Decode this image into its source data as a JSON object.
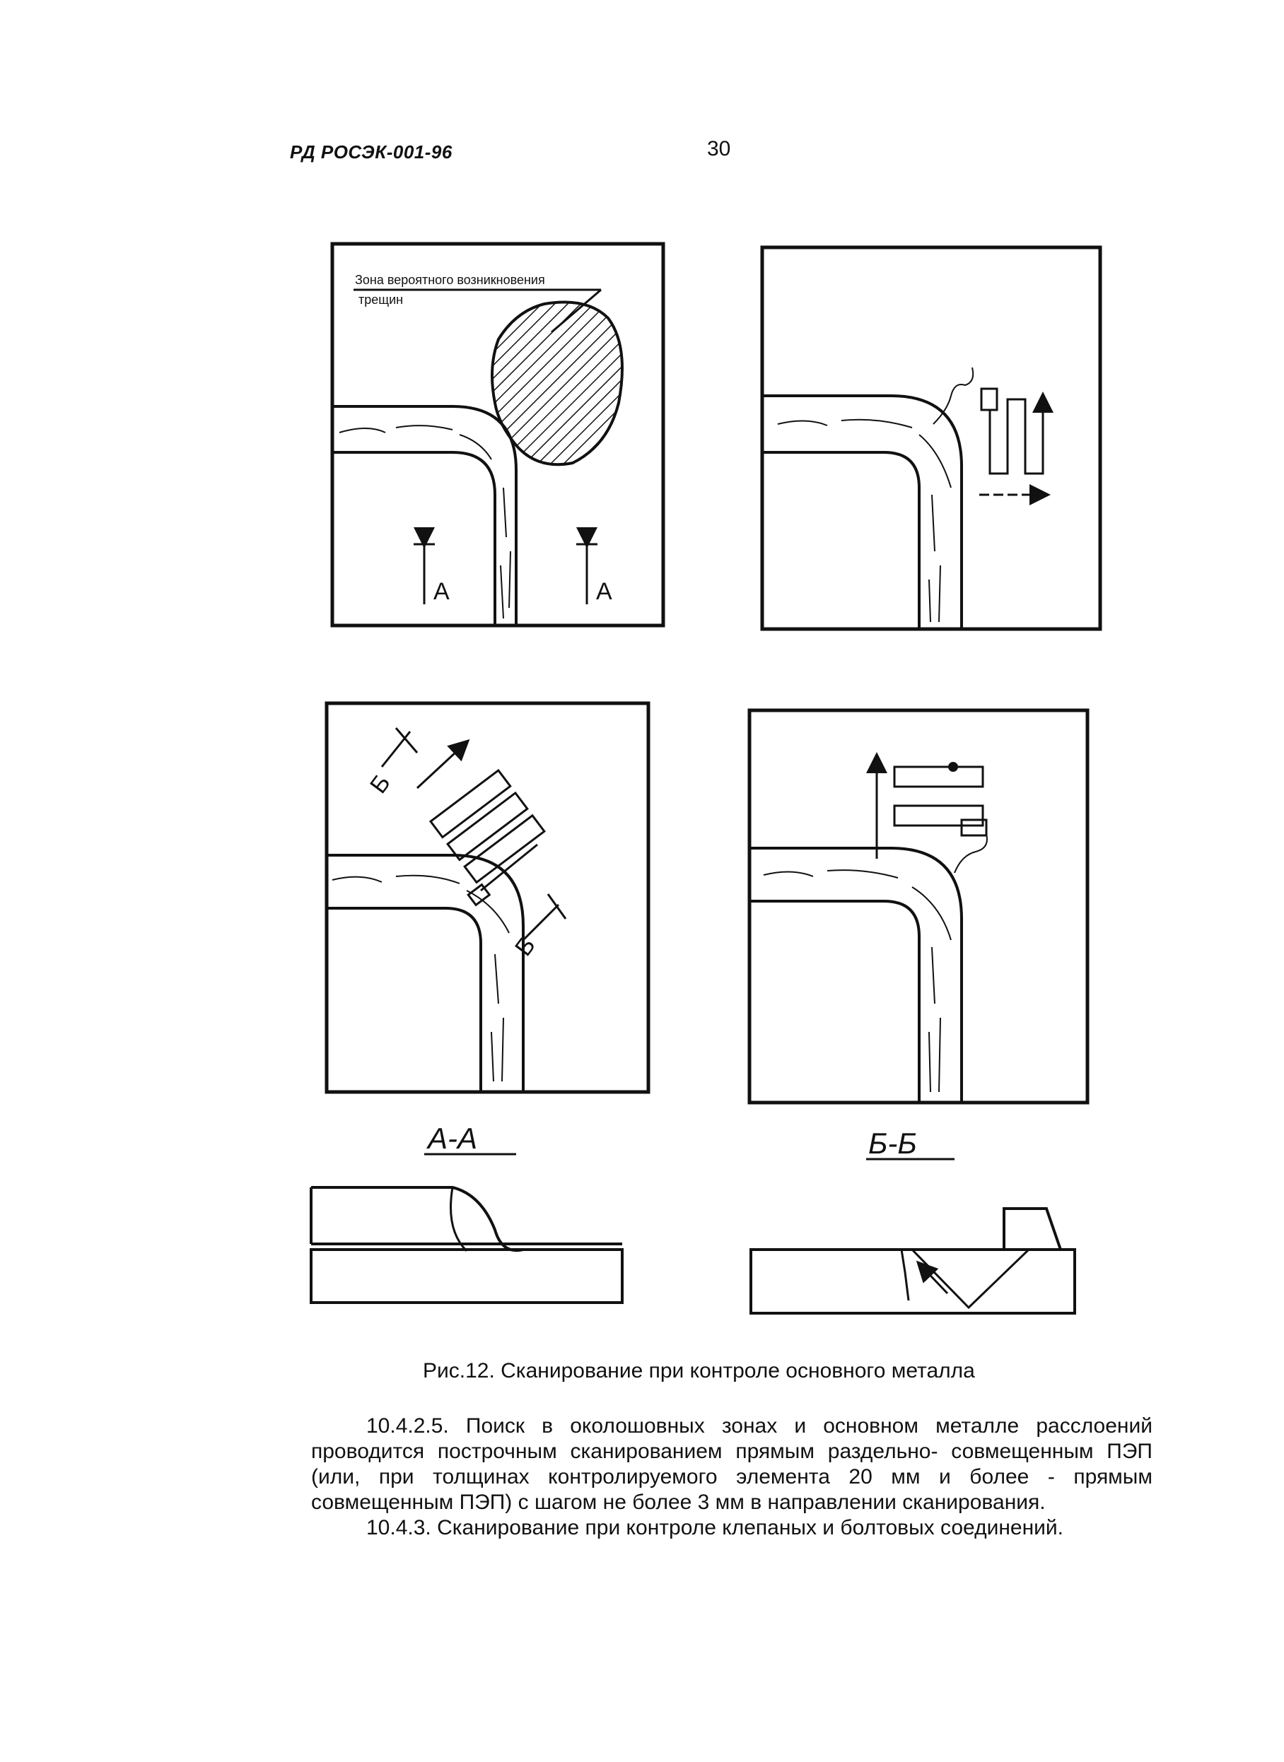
{
  "header": {
    "doc_code": "РД РОСЭК-001-96",
    "page_number": "30"
  },
  "figure": {
    "zone_label_line1": "Зона вероятного возникновения",
    "zone_label_line2": "трещин",
    "mark_a": "А",
    "mark_b": "Б",
    "section_aa": "А-А",
    "section_bb": "Б-Б",
    "caption": "Рис.12. Сканирование при контроле основного металла"
  },
  "body": {
    "paragraph_1": "10.4.2.5. Поиск в околошовных зонах и основном металле расслоений проводится построчным сканированием прямым раздельно- совмещенным ПЭП (или, при толщинах контролируемого элемента 20 мм и более - прямым совмещенным ПЭП) с шагом не более 3 мм в направлении сканирования.",
    "paragraph_2": "10.4.3. Сканирование при контроле клепаных и болтовых соединений."
  }
}
